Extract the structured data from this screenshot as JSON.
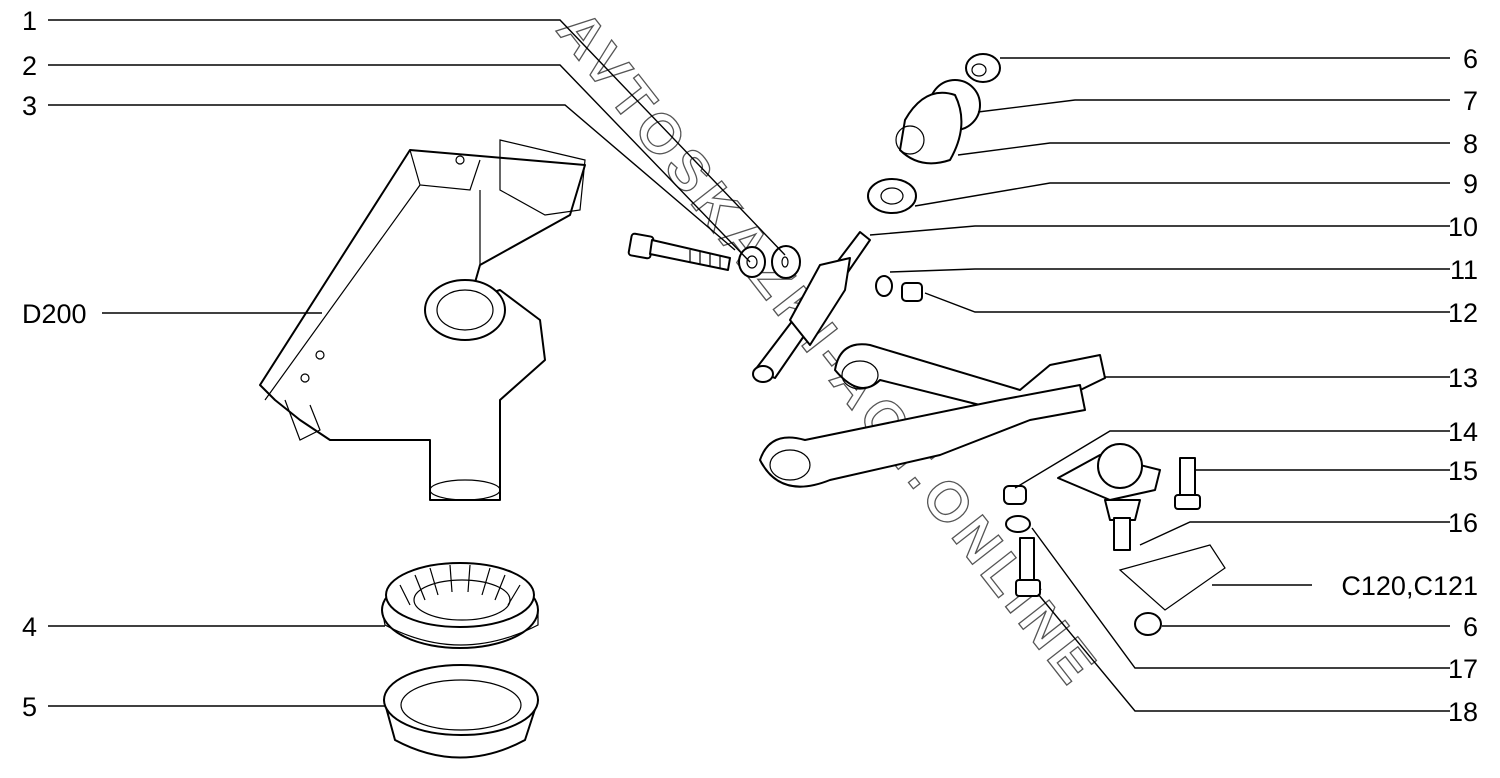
{
  "diagram": {
    "watermark": "AVTOSKAZKI-ACT.ONLINE",
    "callouts_left": [
      {
        "id": "c1",
        "label": "1"
      },
      {
        "id": "c2",
        "label": "2"
      },
      {
        "id": "c3",
        "label": "3"
      },
      {
        "id": "cD200",
        "label": "D200"
      },
      {
        "id": "c4",
        "label": "4"
      },
      {
        "id": "c5",
        "label": "5"
      }
    ],
    "callouts_right": [
      {
        "id": "r6a",
        "label": "6"
      },
      {
        "id": "r7",
        "label": "7"
      },
      {
        "id": "r8",
        "label": "8"
      },
      {
        "id": "r9",
        "label": "9"
      },
      {
        "id": "r10",
        "label": "10"
      },
      {
        "id": "r11",
        "label": "11"
      },
      {
        "id": "r12",
        "label": "12"
      },
      {
        "id": "r13",
        "label": "13"
      },
      {
        "id": "r14",
        "label": "14"
      },
      {
        "id": "r15",
        "label": "15"
      },
      {
        "id": "r16",
        "label": "16"
      },
      {
        "id": "rC120",
        "label": "C120,C121"
      },
      {
        "id": "r6b",
        "label": "6"
      },
      {
        "id": "r17",
        "label": "17"
      },
      {
        "id": "r18",
        "label": "18"
      }
    ]
  }
}
